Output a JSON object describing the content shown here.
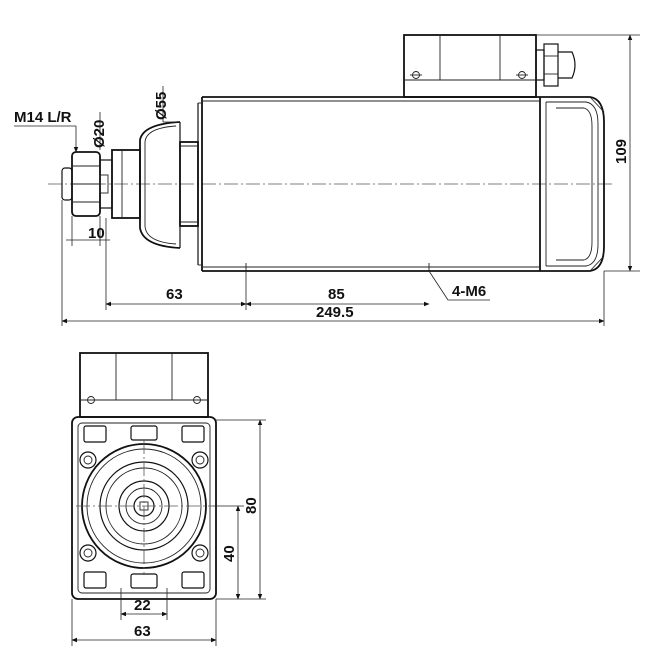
{
  "side_view": {
    "thread_label": "M14 L/R",
    "dia_shaft": "Ø20",
    "dia_collar": "Ø55",
    "dim_nut": "10",
    "dim_front": "63",
    "dim_mount_spacing": "85",
    "dim_total_length": "249.5",
    "dim_height": "109",
    "mount_holes": "4-M6"
  },
  "front_view": {
    "dim_height": "80",
    "dim_mount_height": "40",
    "dim_slot": "22",
    "dim_width": "63"
  }
}
